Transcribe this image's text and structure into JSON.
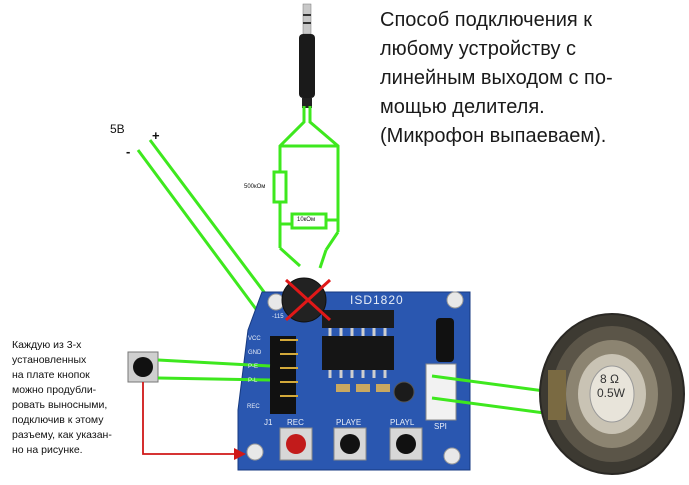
{
  "title": {
    "lines": [
      "Способ подключения к",
      "любому устройству с",
      "линейным выходом с по-",
      "мощью делителя.",
      "(Микрофон выпаеваем)."
    ]
  },
  "note": {
    "lines": [
      "Каждую из 3-х",
      "установленных",
      "на плате кнопок",
      "можно продубли-",
      "ровать выносными,",
      "подключив к этому",
      "разъему, как указан-",
      "но на рисунке."
    ]
  },
  "power": {
    "label": "5В",
    "plus": "+",
    "minus": "-"
  },
  "resistors": {
    "r1": "500кОм",
    "r2": "10кОм"
  },
  "board": {
    "chip_name": "ISD1820",
    "pin_labels": [
      "VCC",
      "GND",
      "P-E",
      "P-L",
      "REC"
    ],
    "button_labels": [
      "REC",
      "PLAYE",
      "PLAYL"
    ],
    "spi": "SPI",
    "j1": "J1",
    "mic_label": "-115"
  },
  "speaker": {
    "marking_top": "8 Ω",
    "marking_bottom": "0.5W"
  },
  "colors": {
    "wire_green": "#3ee81e",
    "arrow_red": "#d01818",
    "pcb_blue": "#2a57b0"
  }
}
